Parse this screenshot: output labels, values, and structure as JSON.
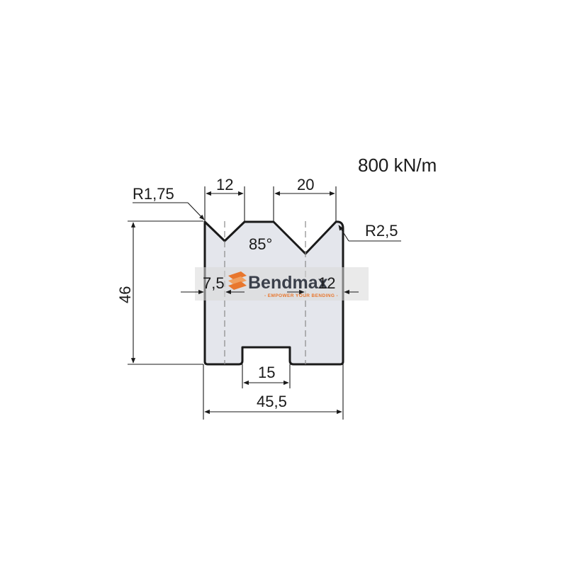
{
  "die": {
    "capacity": "800 kN/m",
    "radius_left": "R1,75",
    "radius_right": "R2,5",
    "v_opening_small": "12",
    "v_opening_large": "20",
    "v_angle": "85°",
    "offset_left": "7,5",
    "offset_right": "12",
    "height": "46",
    "slot_width": "15",
    "total_width": "45,5"
  },
  "watermark": {
    "brand": "Bendmax",
    "tagline": "- EMPOWER YOUR BENDING -"
  },
  "colors": {
    "body_fill": "#e4e6ec",
    "outline": "#1a1a1a",
    "accent": "#e8772e",
    "watermark_band": "#d9d9d9"
  }
}
